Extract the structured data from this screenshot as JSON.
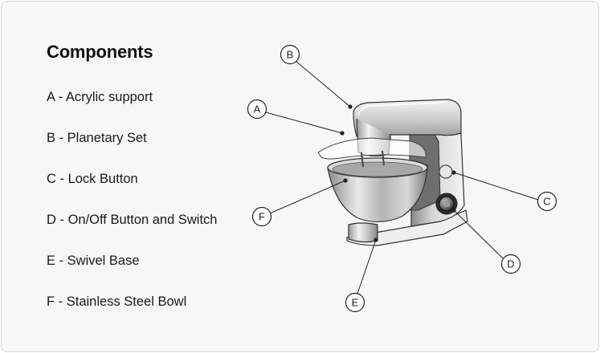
{
  "title": "Components",
  "components": [
    {
      "letter": "A",
      "label": "A - Acrylic support"
    },
    {
      "letter": "B",
      "label": "B - Planetary Set"
    },
    {
      "letter": "C",
      "label": "C - Lock Button"
    },
    {
      "letter": "D",
      "label": "D - On/Off Button and Switch"
    },
    {
      "letter": "E",
      "label": "E - Swivel Base"
    },
    {
      "letter": "F",
      "label": "F - Stainless Steel Bowl"
    }
  ],
  "callouts": {
    "A": "A",
    "B": "B",
    "C": "C",
    "D": "D",
    "E": "E",
    "F": "F"
  }
}
